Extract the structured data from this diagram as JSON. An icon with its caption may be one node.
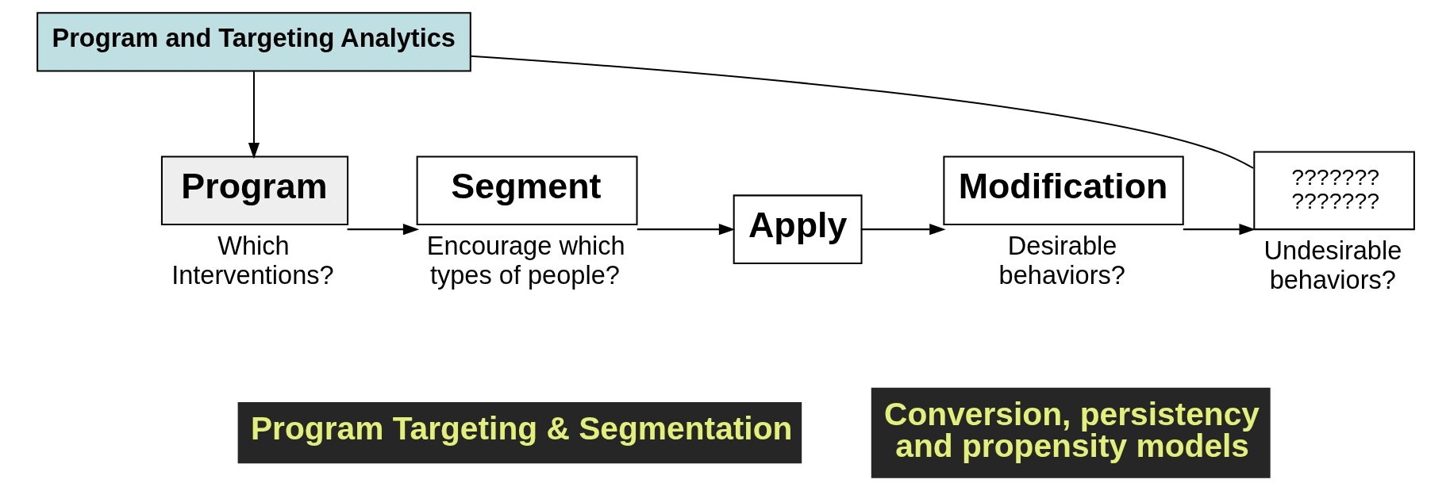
{
  "diagram": {
    "nodes": [
      {
        "text": [
          "Program and Targeting Analytics"
        ]
      },
      {
        "text": [
          "Program"
        ],
        "beside": [
          "Which Interventions?"
        ]
      },
      {
        "text": [
          "Segment"
        ],
        "beside": [
          "Encourage which types of people?"
        ]
      },
      {
        "text": [
          "Apply"
        ]
      },
      {
        "text": [
          "Modification"
        ],
        "beside": [
          "Desirable behaviors?"
        ]
      },
      {
        "text": [
          "??????? ???????"
        ],
        "beside": [
          "Undesirable behaviors?"
        ]
      },
      {
        "text": [
          "Program Targeting & Segmentation"
        ]
      },
      {
        "text": [
          "Conversion, persistency and propensity models"
        ]
      }
    ],
    "edges": [
      {
        "from": 1,
        "to": 2,
        "arrow": "to"
      },
      {
        "from": 2,
        "to": 3,
        "arrow": "to"
      },
      {
        "from": 3,
        "to": 4,
        "arrow": "to"
      },
      {
        "from": 4,
        "to": 5,
        "arrow": "to"
      },
      {
        "from": 5,
        "to": 0,
        "arrow": "none"
      },
      {
        "from": 0,
        "to": 1,
        "arrow": "to"
      }
    ]
  }
}
